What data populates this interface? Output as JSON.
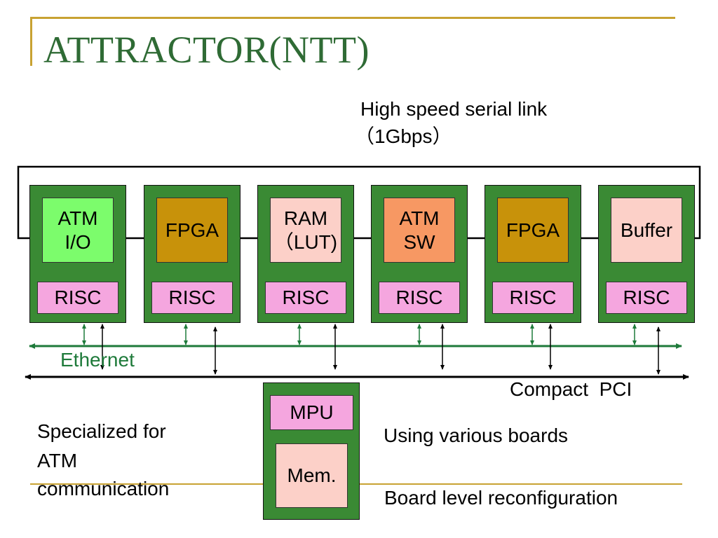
{
  "slide": {
    "title": "ATTRACTOR(NTT)",
    "serial_link": {
      "line1": "High speed serial link",
      "line2": "（1Gbps）"
    },
    "ethernet_label": "Ethernet",
    "pci_label": "Compact  PCI",
    "boards": [
      {
        "chip": "ATM\nI/O",
        "chip_color": "#7cfc6c",
        "risc": "RISC"
      },
      {
        "chip": "FPGA",
        "chip_color": "#c8920a",
        "risc": "RISC"
      },
      {
        "chip": "RAM\n（LUT)",
        "chip_color": "#fcd0c8",
        "risc": "RISC"
      },
      {
        "chip": "ATM\nSW",
        "chip_color": "#f79863",
        "risc": "RISC"
      },
      {
        "chip": "FPGA",
        "chip_color": "#c8920a",
        "risc": "RISC"
      },
      {
        "chip": "Buffer",
        "chip_color": "#fcd0c8",
        "risc": "RISC"
      }
    ],
    "mpu_board": {
      "mpu": "MPU",
      "mem": "Mem."
    },
    "notes": {
      "left": [
        "Specialized for",
        "ATM",
        "communication"
      ],
      "right_1": "Using various boards",
      "right_2": "Board level reconfiguration"
    }
  },
  "colors": {
    "title": "#2f6b35",
    "accent_bar": "#c8a232",
    "board": "#3a8a34",
    "risc": "#f5a6df",
    "ethernet": "#1e7a3a",
    "pci": "#000000"
  }
}
